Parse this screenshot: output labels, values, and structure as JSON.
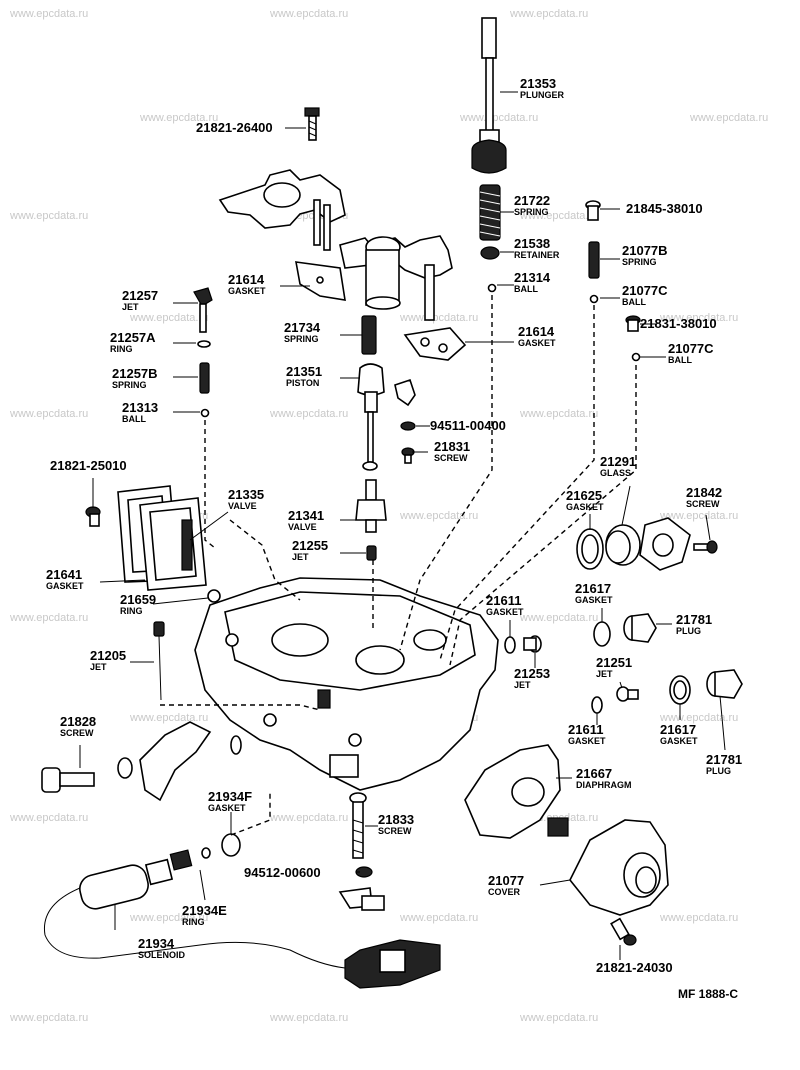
{
  "watermark": "www.epcdata.ru",
  "diagram_code": "MF 1888-C",
  "parts": [
    {
      "no": "21353",
      "name": "PLUNGER"
    },
    {
      "no": "21821-26400",
      "name": ""
    },
    {
      "no": "21722",
      "name": "SPRING"
    },
    {
      "no": "21845-38010",
      "name": ""
    },
    {
      "no": "21538",
      "name": "RETAINER"
    },
    {
      "no": "21077B",
      "name": "SPRING"
    },
    {
      "no": "21614",
      "name": "GASKET"
    },
    {
      "no": "21314",
      "name": "BALL"
    },
    {
      "no": "21077C",
      "name": "BALL"
    },
    {
      "no": "21257",
      "name": "JET"
    },
    {
      "no": "21831-38010",
      "name": ""
    },
    {
      "no": "21734",
      "name": "SPRING"
    },
    {
      "no": "21614",
      "name": "GASKET"
    },
    {
      "no": "21257A",
      "name": "RING"
    },
    {
      "no": "21077C",
      "name": "BALL"
    },
    {
      "no": "21351",
      "name": "PISTON"
    },
    {
      "no": "21257B",
      "name": "SPRING"
    },
    {
      "no": "21313",
      "name": "BALL"
    },
    {
      "no": "94511-00400",
      "name": ""
    },
    {
      "no": "21831",
      "name": "SCREW"
    },
    {
      "no": "21821-25010",
      "name": ""
    },
    {
      "no": "21291",
      "name": "GLASS"
    },
    {
      "no": "21335",
      "name": "VALVE"
    },
    {
      "no": "21625",
      "name": "GASKET"
    },
    {
      "no": "21842",
      "name": "SCREW"
    },
    {
      "no": "21341",
      "name": "VALVE"
    },
    {
      "no": "21255",
      "name": "JET"
    },
    {
      "no": "21641",
      "name": "GASKET"
    },
    {
      "no": "21659",
      "name": "RING"
    },
    {
      "no": "21617",
      "name": "GASKET"
    },
    {
      "no": "21611",
      "name": "GASKET"
    },
    {
      "no": "21781",
      "name": "PLUG"
    },
    {
      "no": "21205",
      "name": "JET"
    },
    {
      "no": "21253",
      "name": "JET"
    },
    {
      "no": "21251",
      "name": "JET"
    },
    {
      "no": "21828",
      "name": "SCREW"
    },
    {
      "no": "21611",
      "name": "GASKET"
    },
    {
      "no": "21617",
      "name": "GASKET"
    },
    {
      "no": "21781",
      "name": "PLUG"
    },
    {
      "no": "21667",
      "name": "DIAPHRAGM"
    },
    {
      "no": "21934F",
      "name": "GASKET"
    },
    {
      "no": "21833",
      "name": "SCREW"
    },
    {
      "no": "94512-00600",
      "name": ""
    },
    {
      "no": "21077",
      "name": "COVER"
    },
    {
      "no": "21934E",
      "name": "RING"
    },
    {
      "no": "21934",
      "name": "SOLENOID"
    },
    {
      "no": "21821-24030",
      "name": ""
    }
  ]
}
